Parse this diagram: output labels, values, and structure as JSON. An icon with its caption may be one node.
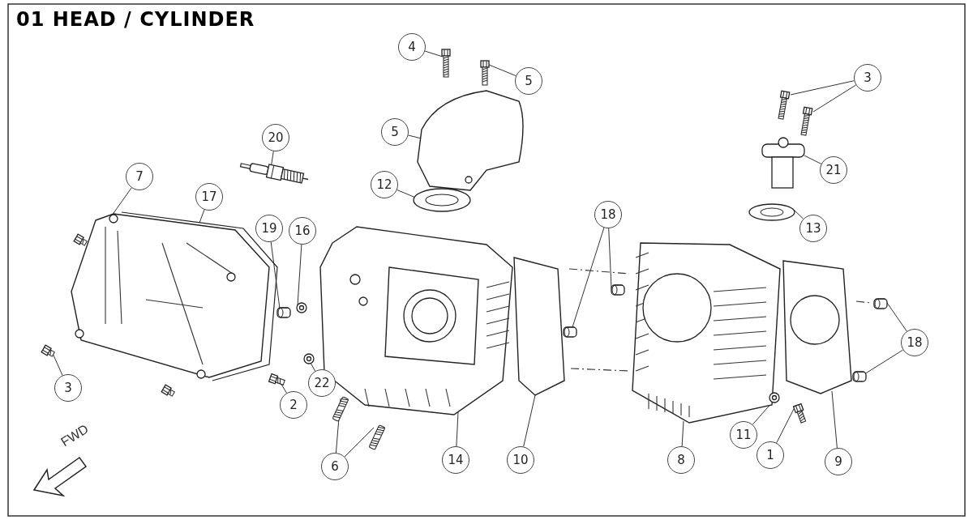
{
  "diagram": {
    "title": "01 HEAD / CYLINDER",
    "nodes": [
      {
        "text": [
          "4"
        ]
      },
      {
        "text": [
          "5"
        ]
      },
      {
        "text": [
          "5"
        ]
      },
      {
        "text": [
          "20"
        ]
      },
      {
        "text": [
          "7"
        ]
      },
      {
        "text": [
          "17"
        ]
      },
      {
        "text": [
          "12"
        ]
      },
      {
        "text": [
          "3"
        ]
      },
      {
        "text": [
          "21"
        ]
      },
      {
        "text": [
          "18"
        ]
      },
      {
        "text": [
          "13"
        ]
      },
      {
        "text": [
          "19"
        ]
      },
      {
        "text": [
          "16"
        ]
      },
      {
        "text": [
          "3"
        ]
      },
      {
        "text": [
          "22"
        ]
      },
      {
        "text": [
          "2"
        ]
      },
      {
        "text": [
          "6"
        ]
      },
      {
        "text": [
          "14"
        ]
      },
      {
        "text": [
          "10"
        ]
      },
      {
        "text": [
          "8"
        ]
      },
      {
        "text": [
          "11"
        ]
      },
      {
        "text": [
          "1"
        ]
      },
      {
        "text": [
          "9"
        ]
      },
      {
        "text": [
          "18"
        ]
      },
      {
        "text": [],
        "shape": "picture"
      },
      {
        "text": [],
        "shape": "picture"
      },
      {
        "text": [],
        "shape": "picture"
      },
      {
        "text": [],
        "shape": "picture"
      },
      {
        "text": [],
        "shape": "picture"
      },
      {
        "text": [],
        "shape": "picture"
      },
      {
        "text": [],
        "shape": "picture"
      },
      {
        "text": [],
        "shape": "picture"
      },
      {
        "text": [],
        "shape": "picture"
      },
      {
        "text": [],
        "shape": "picture"
      },
      {
        "text": [],
        "shape": "picture"
      },
      {
        "text": [],
        "shape": "picture"
      },
      {
        "text": [],
        "shape": "picture"
      },
      {
        "text": [],
        "shape": "picture"
      },
      {
        "text": [],
        "shape": "picture"
      },
      {
        "text": [],
        "shape": "picture"
      },
      {
        "text": [],
        "shape": "picture"
      },
      {
        "text": [],
        "shape": "picture"
      },
      {
        "text": [],
        "shape": "picture"
      },
      {
        "text": [],
        "shape": "picture"
      },
      {
        "text": [],
        "shape": "picture"
      },
      {
        "text": [],
        "shape": "picture"
      },
      {
        "text": [],
        "shape": "picture"
      },
      {
        "text": [],
        "shape": "picture"
      },
      {
        "text": [],
        "shape": "picture"
      },
      {
        "text": [],
        "shape": "picture"
      },
      {
        "text": [],
        "shape": "picture"
      },
      {
        "text": [],
        "shape": "picture"
      }
    ],
    "edges": [
      {
        "from": 0,
        "to": 24,
        "arrow": "none"
      },
      {
        "from": 1,
        "to": 25,
        "arrow": "none"
      },
      {
        "from": 2,
        "to": 26,
        "arrow": "none"
      },
      {
        "from": 3,
        "to": 27,
        "arrow": "none"
      },
      {
        "from": 4,
        "to": 28,
        "arrow": "none"
      },
      {
        "from": 5,
        "to": 29,
        "arrow": "none"
      },
      {
        "from": 6,
        "to": 30,
        "arrow": "none"
      },
      {
        "from": 7,
        "to": 31,
        "arrow": "none"
      },
      {
        "from": 7,
        "to": 32,
        "arrow": "none"
      },
      {
        "from": 8,
        "to": 33,
        "arrow": "none"
      },
      {
        "from": 9,
        "to": 34,
        "arrow": "none"
      },
      {
        "from": 9,
        "to": 35,
        "arrow": "none"
      },
      {
        "from": 10,
        "to": 36,
        "arrow": "none"
      },
      {
        "from": 11,
        "to": 37,
        "arrow": "none"
      },
      {
        "from": 12,
        "to": 38,
        "arrow": "none"
      },
      {
        "from": 13,
        "to": 39,
        "arrow": "none"
      },
      {
        "from": 14,
        "to": 40,
        "arrow": "none"
      },
      {
        "from": 15,
        "to": 41,
        "arrow": "none"
      },
      {
        "from": 16,
        "to": 42,
        "arrow": "none"
      },
      {
        "from": 16,
        "to": 43,
        "arrow": "none"
      },
      {
        "from": 17,
        "to": 44,
        "arrow": "none"
      },
      {
        "from": 18,
        "to": 45,
        "arrow": "none"
      },
      {
        "from": 19,
        "to": 46,
        "arrow": "none"
      },
      {
        "from": 20,
        "to": 47,
        "arrow": "none"
      },
      {
        "from": 21,
        "to": 48,
        "arrow": "none"
      },
      {
        "from": 22,
        "to": 49,
        "arrow": "none"
      },
      {
        "from": 23,
        "to": 50,
        "arrow": "none"
      },
      {
        "from": 23,
        "to": 51,
        "arrow": "none"
      }
    ],
    "labels": [
      "FWD"
    ]
  }
}
